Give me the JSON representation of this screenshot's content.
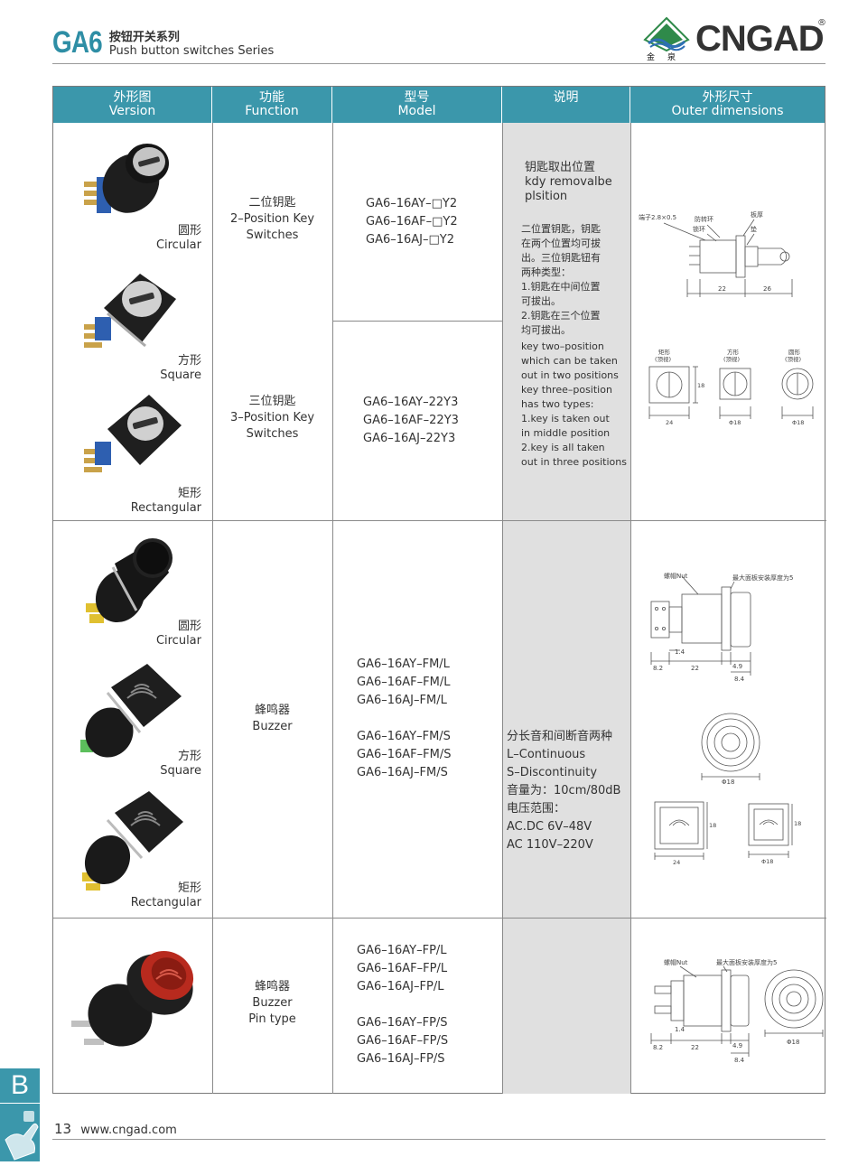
{
  "header": {
    "series_code": "GA6",
    "series_cn": "按钮开关系列",
    "series_en": "Push button switches Series",
    "brand": "CNGAD",
    "brand_mark": "®",
    "brand_cn": "金泉"
  },
  "table": {
    "columns": [
      {
        "cn": "外形图",
        "en": "Version"
      },
      {
        "cn": "功能",
        "en": "Function"
      },
      {
        "cn": "型号",
        "en": "Model"
      },
      {
        "cn": "说明",
        "en": ""
      },
      {
        "cn": "外形尺寸",
        "en": "Outer dimensions"
      }
    ],
    "versions": [
      {
        "cn": "圆形",
        "en": "Circular"
      },
      {
        "cn": "方形",
        "en": "Square"
      },
      {
        "cn": "矩形",
        "en": "Rectangular"
      }
    ],
    "section1": {
      "func_a": {
        "cn": "二位钥匙",
        "en1": "2–Position Key",
        "en2": "Switches"
      },
      "func_b": {
        "cn": "三位钥匙",
        "en1": "3–Position Key",
        "en2": "Switches"
      },
      "models_a": [
        "GA6–16AY–□Y2",
        "GA6–16AF–□Y2",
        "GA6–16AJ–□Y2"
      ],
      "models_b": [
        "GA6–16AY–22Y3",
        "GA6–16AF–22Y3",
        "GA6–16AJ–22Y3"
      ],
      "desc_title": [
        "钥匙取出位置",
        "kdy removalbe",
        "plsition"
      ],
      "desc_cn": [
        "二位置钥匙，钥匙",
        "在两个位置均可拔",
        "出。三位钥匙钮有",
        "两种类型：",
        "1.钥匙在中间位置",
        "可拔出。",
        "2.钥匙在三个位置",
        "均可拔出。"
      ],
      "desc_en": [
        "key two–position",
        "which can be taken",
        "out in two positions",
        "key three–position",
        "has two types:",
        "1.key is taken out",
        "in middle position",
        "2.key is all taken",
        "out in three positions"
      ],
      "dim_labels": {
        "terminal": "端子2.8×0.5",
        "anti_rotate": "防转环",
        "lock_ring": "锁环",
        "panel": "板厚",
        "washer": "垫",
        "d1": "22",
        "d2": "26",
        "rect": "矩形",
        "square": "方形",
        "round": "圆形",
        "top_view": "(顶视)",
        "w24": "24",
        "phi18a": "Φ18",
        "phi18b": "Φ18",
        "h18": "18"
      }
    },
    "section2": {
      "func": {
        "cn": "蜂鸣器",
        "en": "Buzzer"
      },
      "models": [
        "GA6–16AY–FM/L",
        "GA6–16AF–FM/L",
        "GA6–16AJ–FM/L",
        "GA6–16AY–FM/S",
        "GA6–16AF–FM/S",
        "GA6–16AJ–FM/S"
      ],
      "desc": [
        "分长音和间断音两种",
        "L–Continuous",
        "S–Discontinuity",
        "音量为：10cm/80dB",
        "电压范围：",
        "AC.DC  6V–48V",
        "AC  110V–220V"
      ],
      "dim_labels": {
        "nut": "螺帽Nut",
        "max_panel": "最大面板安装厚度为5",
        "d14": "1.4",
        "d82": "8.2",
        "d22": "22",
        "d49": "4.9",
        "d84": "8.4",
        "phi18": "Φ18",
        "w24": "24",
        "h18a": "18",
        "h18b": "18",
        "phi18b": "Φ18"
      }
    },
    "section3": {
      "func": {
        "cn": "蜂鸣器",
        "en1": "Buzzer",
        "en2": "Pin type"
      },
      "models": [
        "GA6–16AY–FP/L",
        "GA6–16AF–FP/L",
        "GA6–16AJ–FP/L",
        "GA6–16AY–FP/S",
        "GA6–16AF–FP/S",
        "GA6–16AJ–FP/S"
      ],
      "dim_labels": {
        "nut": "螺帽Nut",
        "max_panel": "最大面板安装厚度为5",
        "d14": "1.4",
        "d82": "8.2",
        "d22": "22",
        "d49": "4.9",
        "d84": "8.4",
        "phi18": "Φ18"
      }
    }
  },
  "footer": {
    "page": "13",
    "url": "www.cngad.com",
    "section_letter": "B"
  },
  "colors": {
    "header_teal": "#3b97ab",
    "series_blue": "#2e8ea5",
    "desc_gray": "#e0e0e0"
  }
}
